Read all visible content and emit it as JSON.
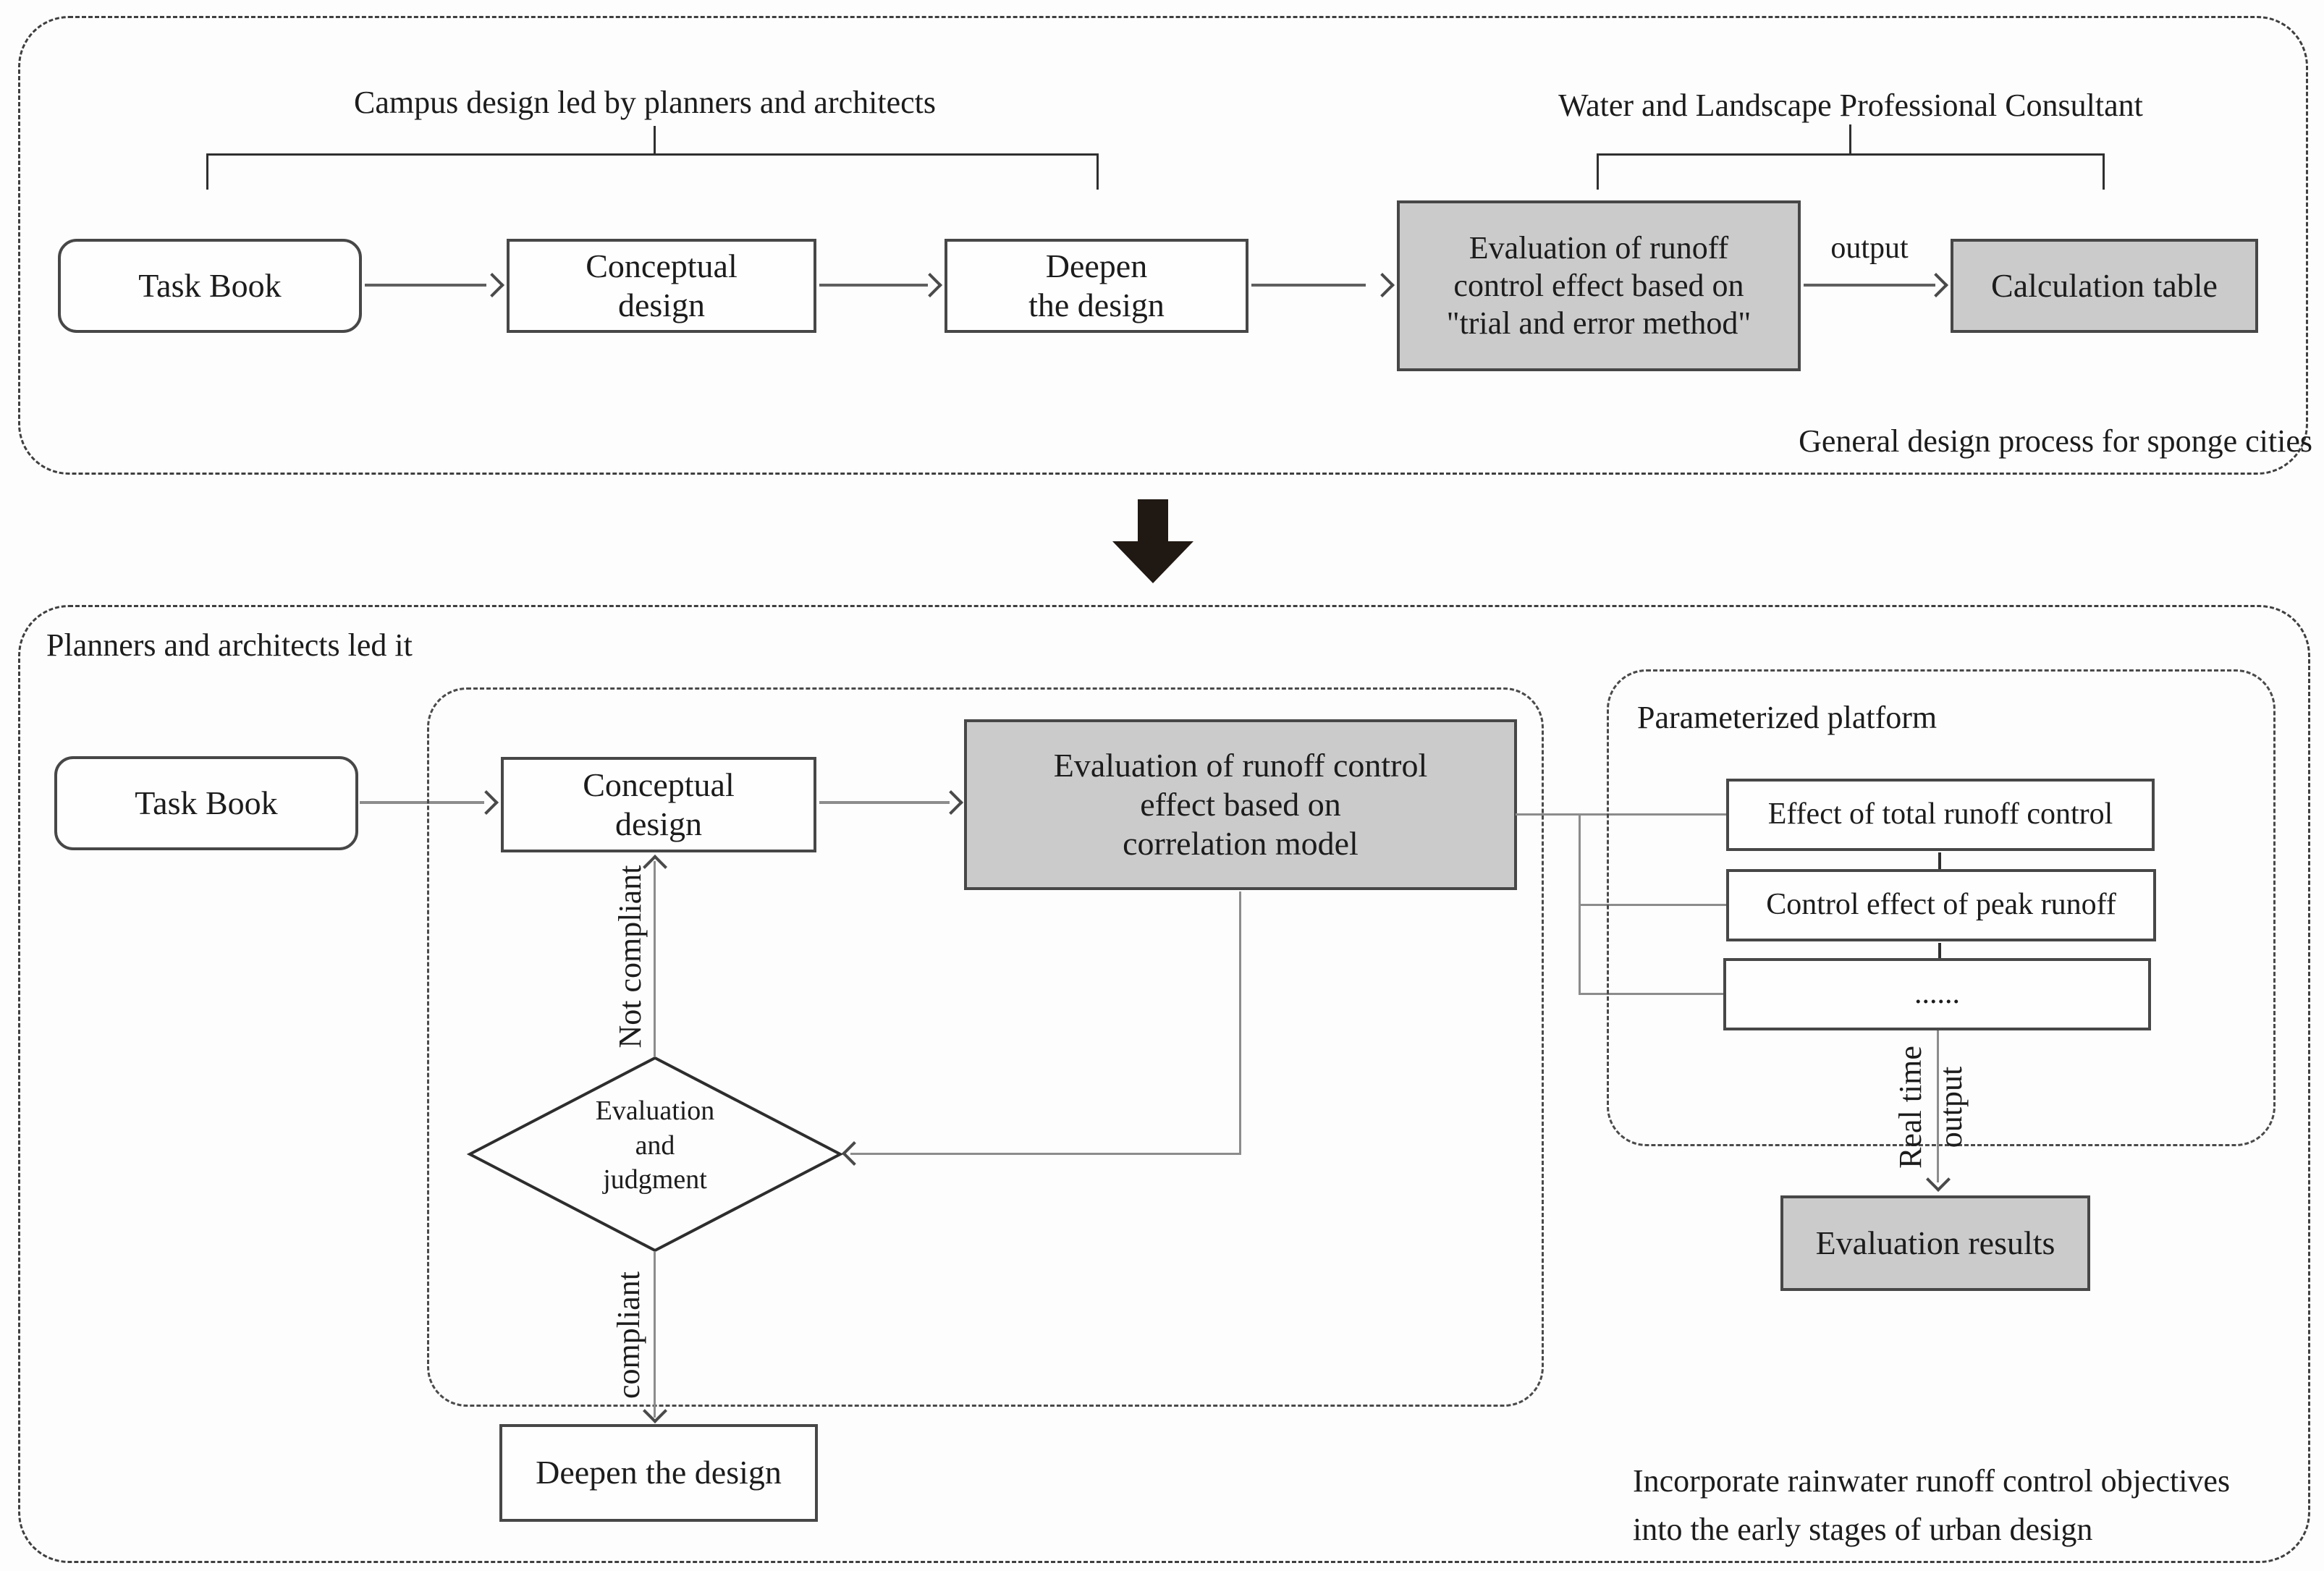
{
  "top_panel": {
    "lead_label": "Campus design led by planners and architects",
    "consultant_label": "Water and Landscape Professional Consultant",
    "task_book": "Task Book",
    "conceptual_design": "Conceptual\ndesign",
    "deepen_design": "Deepen\nthe design",
    "evaluation_trial": "Evaluation of runoff\ncontrol effect based on\n\"trial and error method\"",
    "output_label": "output",
    "calculation_table": "Calculation table",
    "caption": "General design process for sponge cities"
  },
  "bottom_panel": {
    "lead_label": "Planners and architects led it",
    "task_book": "Task Book",
    "conceptual_design": "Conceptual\ndesign",
    "evaluation_correlation": "Evaluation of runoff control\neffect based on\ncorrelation model",
    "decision": "Evaluation\nand\njudgment",
    "not_compliant_label": "Not compliant",
    "compliant_label": "compliant",
    "deepen_design": "Deepen the design",
    "platform": {
      "title": "Parameterized platform",
      "items": [
        "Effect of total runoff control",
        "Control effect of peak runoff",
        "......"
      ]
    },
    "realtime_label": "Real time\noutput",
    "evaluation_results": "Evaluation results",
    "caption": "Incorporate rainwater runoff control objectives\ninto the early stages of urban design"
  },
  "colors": {
    "gray_fill": "#cbcbcb",
    "box_border": "#474747",
    "dash_border": "#3f3f3f",
    "line_gray": "#8c8c8c",
    "arrow_black": "#201812"
  }
}
